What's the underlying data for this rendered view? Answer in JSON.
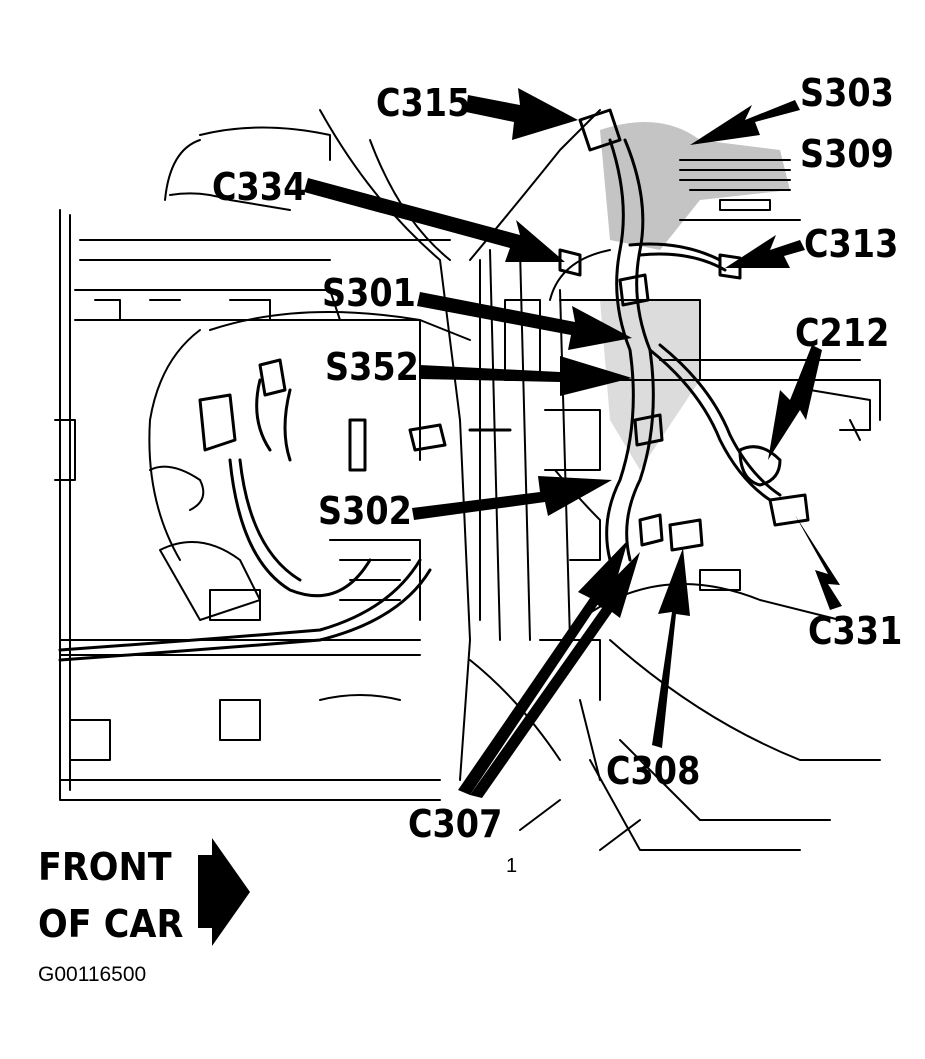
{
  "diagram": {
    "labels": {
      "c315": "C315",
      "s303": "S303",
      "s309": "S309",
      "c334": "C334",
      "c313": "C313",
      "s301": "S301",
      "c212": "C212",
      "s352": "S352",
      "s302": "S302",
      "c331": "C331",
      "c308": "C308",
      "c307": "C307"
    },
    "front_line1": "FRONT",
    "front_line2": "OF CAR",
    "figure_id": "G00116500",
    "mark": "1"
  },
  "colors": {
    "ink": "#000000",
    "paper": "#ffffff",
    "shade": "#bdbdbd"
  }
}
